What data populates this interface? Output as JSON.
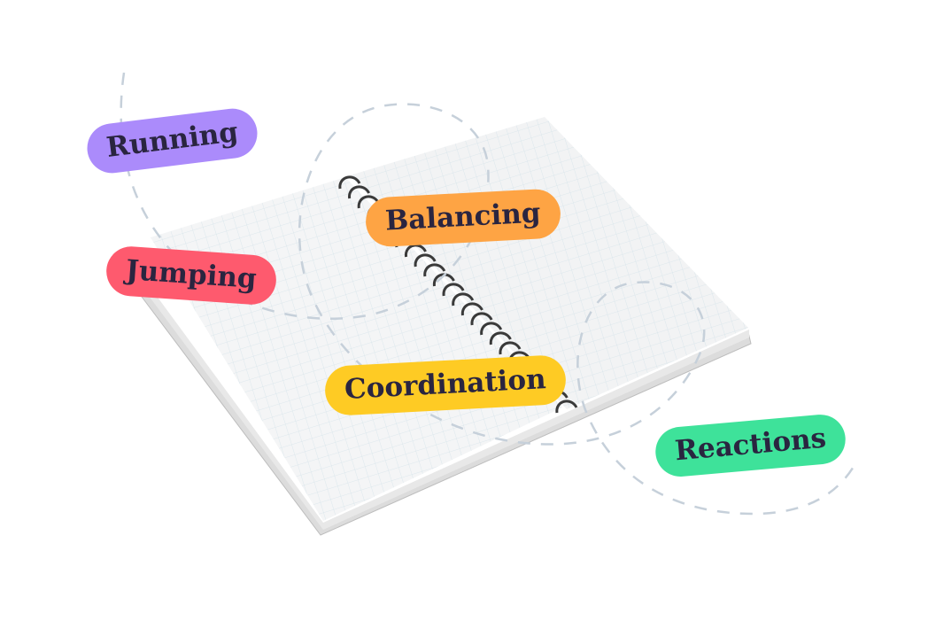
{
  "tags": [
    {
      "label": "Running",
      "color": "#ab8bfb"
    },
    {
      "label": "Balancing",
      "color": "#fea444"
    },
    {
      "label": "Jumping",
      "color": "#fe5a6e"
    },
    {
      "label": "Coordination",
      "color": "#fecb24"
    },
    {
      "label": "Reactions",
      "color": "#3ee29a"
    }
  ],
  "colors": {
    "text": "#2a2540",
    "dash": "#c6d0da",
    "page": "#f4f5f6",
    "grid": "#d6e4ea"
  }
}
